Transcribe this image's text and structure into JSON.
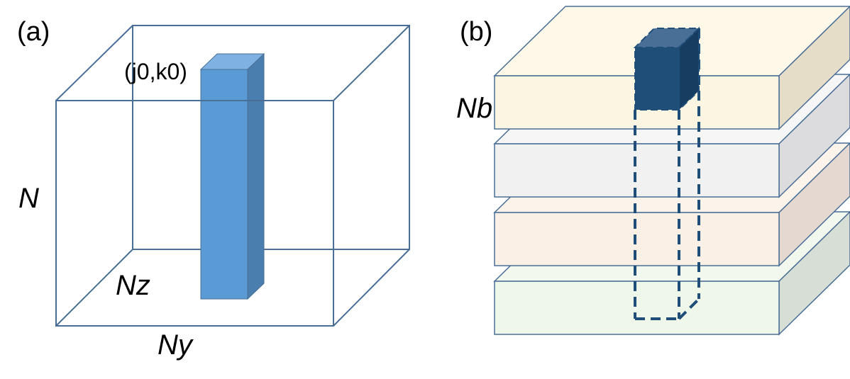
{
  "panel_a": {
    "label": "(a)",
    "column_label": "(j0,k0)",
    "axis_n": "N",
    "axis_nz": "Nz",
    "axis_ny": "Ny",
    "box_stroke": "#4a6f96",
    "column_front": "#5b9bd5",
    "column_top": "#7fb1e3",
    "column_side": "#4a7eae"
  },
  "panel_b": {
    "label": "(b)",
    "axis_nb": "Nb",
    "layer_stroke": "#4a6f96",
    "layers": [
      {
        "name": "layer-1",
        "front": "#fbf5e2",
        "top": "#fdf8e8",
        "side": "#e6ddc9"
      },
      {
        "name": "layer-2",
        "front": "#f2f1f1",
        "top": "#f6f6f7",
        "side": "#dcdcdf"
      },
      {
        "name": "layer-3",
        "front": "#faf0e6",
        "top": "#fcf3ea",
        "side": "#e4d8d0"
      },
      {
        "name": "layer-4",
        "front": "#eff6ea",
        "top": "#f3f8ef",
        "side": "#d6ded5"
      }
    ],
    "cube_front": "#1f4e79",
    "cube_top": "#4a6f96",
    "cube_side": "#173d60",
    "dash_stroke": "#1f4e79"
  }
}
